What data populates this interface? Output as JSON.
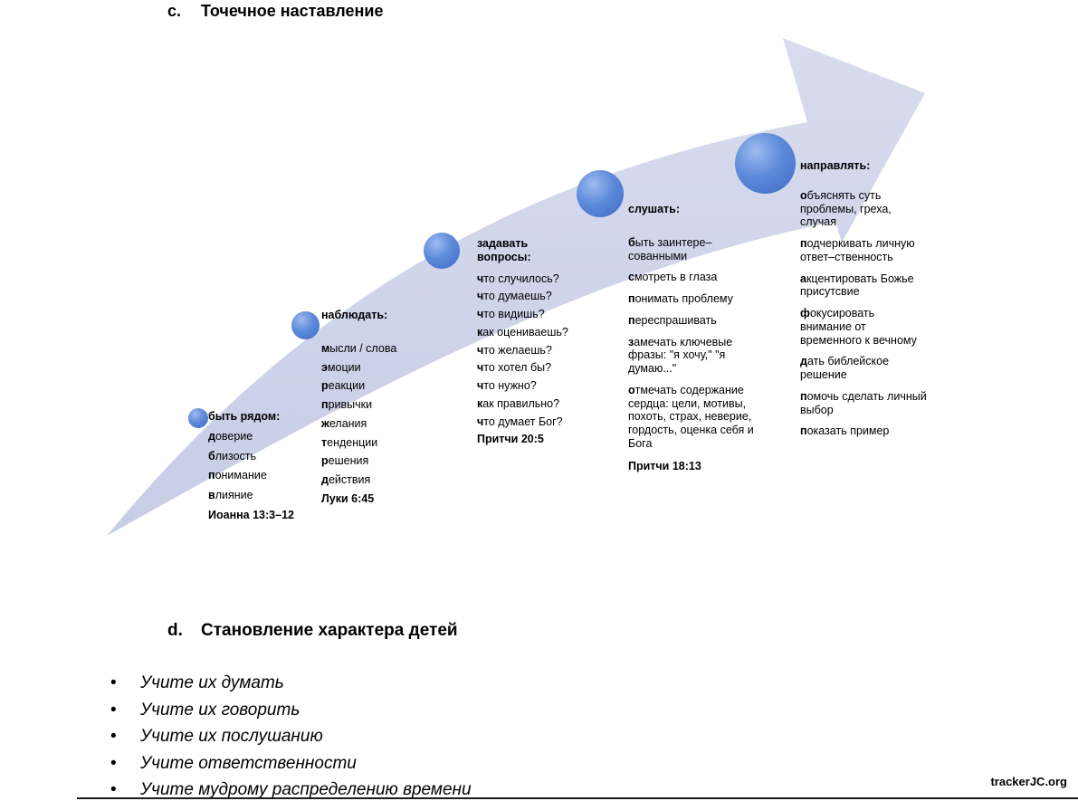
{
  "sections": {
    "c": {
      "prefix": "c.",
      "title": "Точечное наставление"
    },
    "d": {
      "prefix": "d.",
      "title": "Становление характера детей"
    }
  },
  "colors": {
    "arrow_body": "#ccd3e8",
    "stage_circle": "#4f7ed2",
    "text": "#000000"
  },
  "arrow": {
    "stages": [
      {
        "title": "быть рядом:",
        "items": [
          "доверие",
          "близость",
          "понимание",
          "влияние"
        ],
        "ref": "Иоанна 13:3–12"
      },
      {
        "title": "наблюдать:",
        "items": [
          "мысли / слова",
          "эмоции",
          "реакции",
          "привычки",
          "желания",
          "тенденции",
          "решения",
          "действия"
        ],
        "ref": "Луки 6:45"
      },
      {
        "title": "задавать вопросы:",
        "items": [
          "что случилось?",
          "что думаешь?",
          "что видишь?",
          "как оцениваешь?",
          "что желаешь?",
          "что хотел бы?",
          "что нужно?",
          "как правильно?",
          "что думает Бог?"
        ],
        "ref": "Притчи 20:5"
      },
      {
        "title": "слушать:",
        "items": [
          "быть заинтере–сованными",
          "смотреть в глаза",
          "понимать проблему",
          "переспрашивать",
          "замечать ключевые фразы: \"я хочу,\" \"я думаю...\"",
          "отмечать содержание сердца: цели, мотивы, похоть, страх, неверие, гордость, оценка себя и Бога"
        ],
        "ref": "Притчи 18:13"
      },
      {
        "title": "направлять:",
        "items": [
          "объяснять суть проблемы, греха, случая",
          "подчеркивать личную ответ–ственность",
          "акцентировать Божье присутсвие",
          "фокусировать внимание от временного к вечному",
          "дать библейское решение",
          "помочь сделать личный выбор",
          "показать пример"
        ]
      }
    ]
  },
  "lessons": {
    "bullet": "•",
    "items": [
      "Учите их думать",
      "Учите их говорить",
      "Учите их послушанию",
      "Учите ответственности",
      "Учите мудрому распределению времени"
    ]
  },
  "footer": {
    "site": "trackerJC.org"
  }
}
